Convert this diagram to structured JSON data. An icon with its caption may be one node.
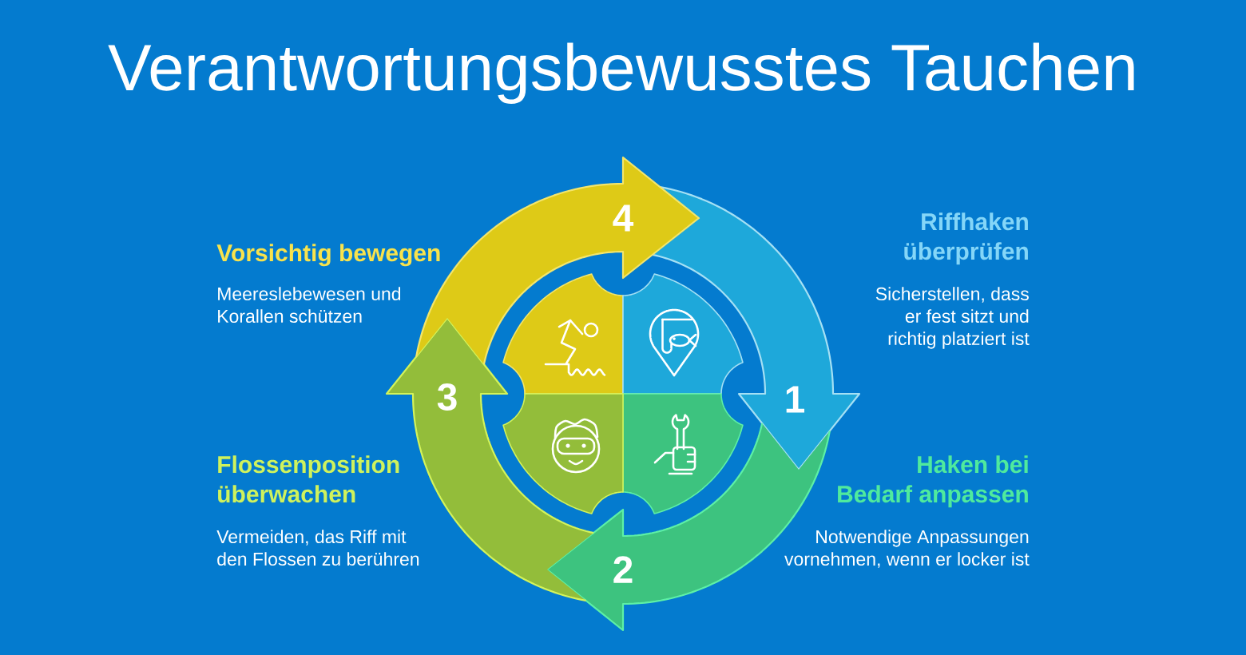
{
  "diagram": {
    "title": "Verantwortungsbewusstes Tauchen",
    "nodes": [
      {
        "text": [
          "1"
        ],
        "beside": [
          "Riffhaken überprüfen",
          "Sicherstellen, dass er fest sitzt und richtig platziert ist"
        ]
      },
      {
        "text": [
          "2"
        ],
        "beside": [
          "Haken bei Bedarf anpassen",
          "Notwendige Anpassungen vornehmen, wenn er locker ist"
        ]
      },
      {
        "text": [
          "3"
        ],
        "beside": [
          "Flossenposition überwachen",
          "Vermeiden, das Riff mit den Flossen zu berühren"
        ]
      },
      {
        "text": [
          "4"
        ],
        "beside": [
          "Vorsichtig bewegen"
        ]
      }
    ],
    "labels": [
      "Meereslebewesen und Korallen schützen"
    ]
  }
}
